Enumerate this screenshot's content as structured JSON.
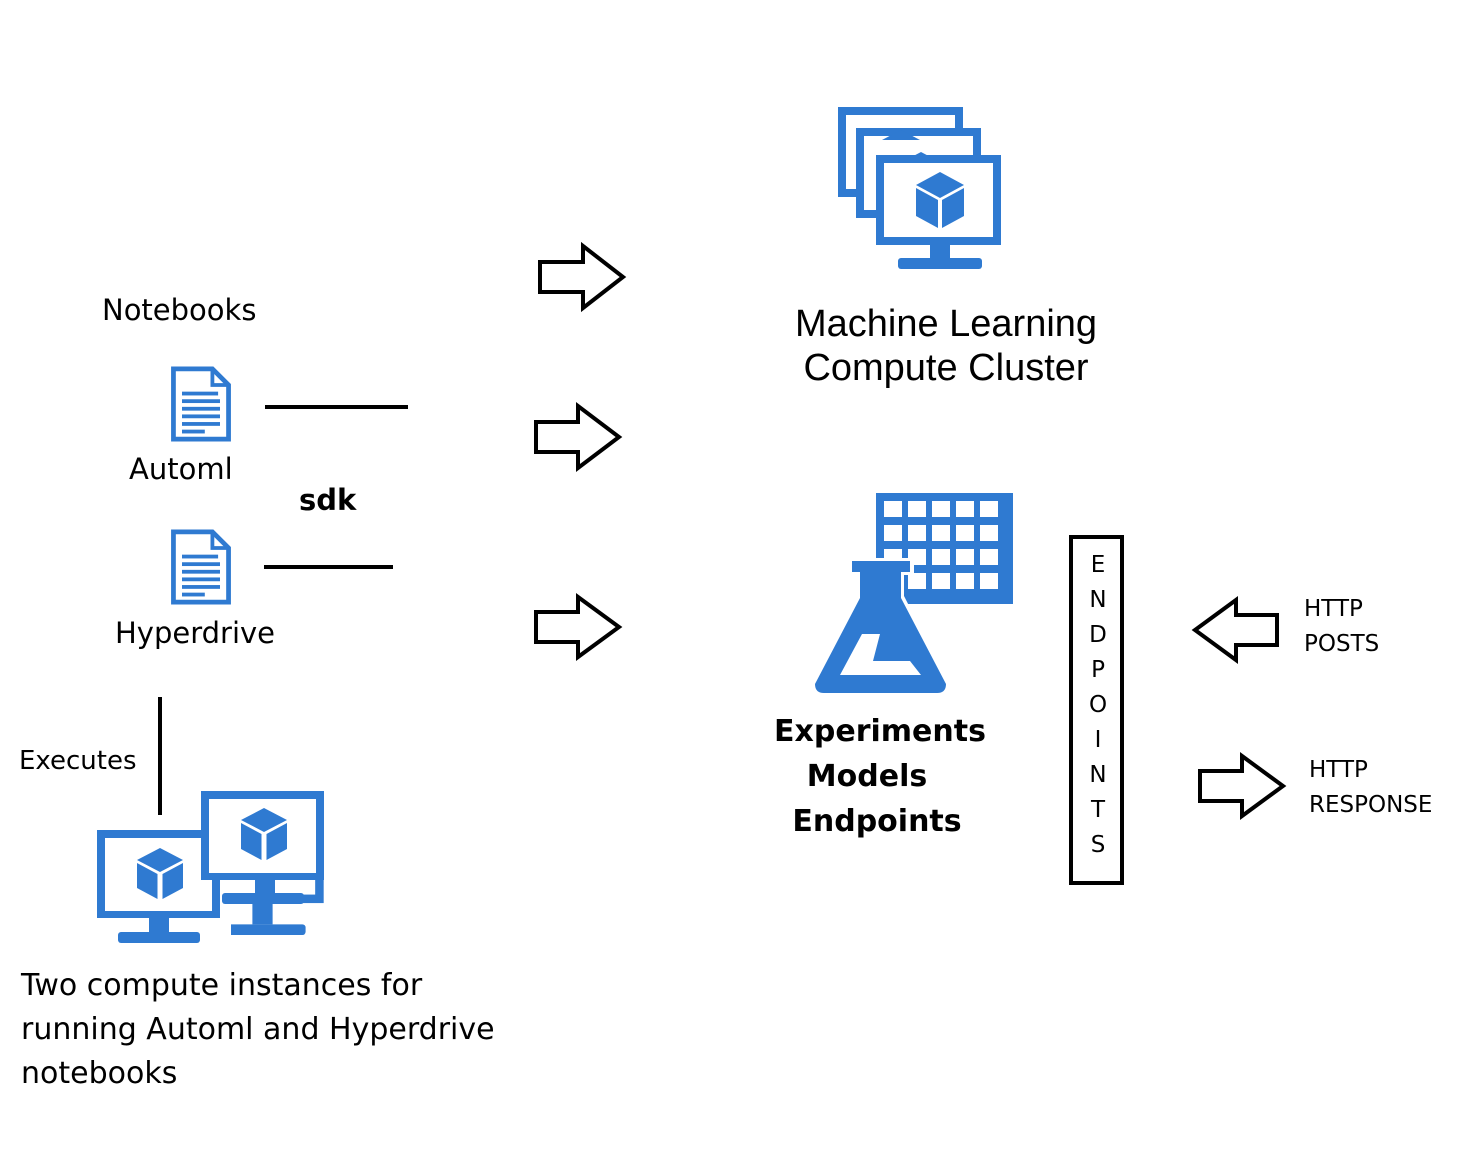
{
  "colors": {
    "icon_blue": "#2f7ad1",
    "stroke": "#000000",
    "background": "#ffffff"
  },
  "notebooks": {
    "heading": "Notebooks",
    "automl_label": "Automl",
    "hyperdrive_label": "Hyperdrive",
    "icon": "document-icon"
  },
  "sdk_label": "sdk",
  "executes_label": "Executes",
  "compute_instances": {
    "icon": "virtual-machine-icon",
    "caption_lines": [
      "Two compute instances for",
      "running Automl and Hyperdrive",
      "notebooks"
    ]
  },
  "cluster": {
    "icon": "vm-cluster-icon",
    "title_lines": [
      "Machine Learning",
      "Compute Cluster"
    ]
  },
  "workspace": {
    "icon": "experiment-flask-icon",
    "lines": [
      "Experiments",
      "Models",
      "Endpoints"
    ]
  },
  "endpoints_box": {
    "letters": [
      "E",
      "N",
      "D",
      "P",
      "O",
      "I",
      "N",
      "T",
      "S"
    ]
  },
  "http": {
    "posts_lines": [
      "HTTP",
      "POSTS"
    ],
    "response_lines": [
      "HTTP",
      "RESPONSE"
    ]
  }
}
